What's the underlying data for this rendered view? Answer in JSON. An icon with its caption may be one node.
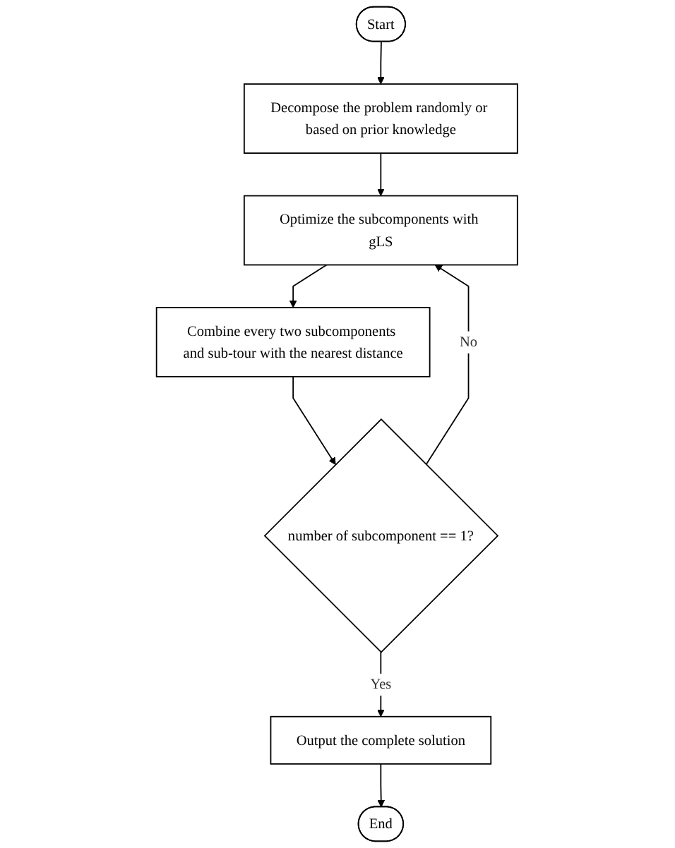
{
  "diagram": {
    "nodes": [
      {
        "text": [
          "Start"
        ]
      },
      {
        "text": [
          "Decompose the problem randomly or based on prior knowledge"
        ]
      },
      {
        "text": [
          "Optimize the subcomponents with gLS"
        ]
      },
      {
        "text": [
          "Combine every two subcomponents and sub-tour with the nearest distance"
        ]
      },
      {
        "text": [
          "number of subcomponent == 1?"
        ]
      },
      {
        "text": [
          "Output the complete solution"
        ]
      },
      {
        "text": [
          "End"
        ]
      }
    ],
    "edges": [
      {
        "from": 0,
        "to": 1,
        "arrow": "to"
      },
      {
        "from": 1,
        "to": 2,
        "arrow": "to"
      },
      {
        "from": 2,
        "to": 3,
        "arrow": "to"
      },
      {
        "from": 3,
        "to": 4,
        "arrow": "to"
      },
      {
        "from": 4,
        "to": 2,
        "label": "No",
        "arrow": "to"
      },
      {
        "from": 4,
        "to": 5,
        "label": "Yes",
        "arrow": "to"
      },
      {
        "from": 5,
        "to": 6,
        "arrow": "to"
      }
    ]
  }
}
